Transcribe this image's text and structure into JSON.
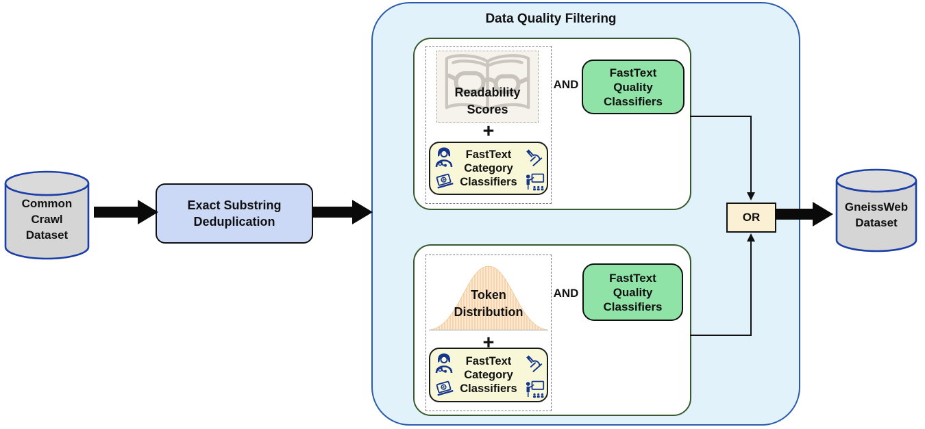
{
  "title": "Data Quality Filtering",
  "source": {
    "lines": [
      "Common",
      "Crawl",
      "Dataset"
    ]
  },
  "dedup": {
    "lines": [
      "Exact Substring",
      "Deduplication"
    ]
  },
  "branches": {
    "top": {
      "signal": {
        "lines": [
          "Readability",
          "Scores"
        ],
        "icon": "book-glasses-icon"
      },
      "plus": "+",
      "and": "AND",
      "category": {
        "lines": [
          "FastText",
          "Category",
          "Classifiers"
        ],
        "icons": [
          "doctor-icon",
          "microscope-icon",
          "laptop-money-icon",
          "teacher-presentation-icon"
        ]
      },
      "quality": {
        "lines": [
          "FastText",
          "Quality",
          "Classifiers"
        ]
      }
    },
    "bottom": {
      "signal": {
        "lines": [
          "Token",
          "Distribution"
        ],
        "icon": "token-distribution-curve-icon"
      },
      "plus": "+",
      "and": "AND",
      "category": {
        "lines": [
          "FastText",
          "Category",
          "Classifiers"
        ],
        "icons": [
          "doctor-icon",
          "microscope-icon",
          "laptop-money-icon",
          "teacher-presentation-icon"
        ]
      },
      "quality": {
        "lines": [
          "FastText",
          "Quality",
          "Classifiers"
        ]
      }
    }
  },
  "or_label": "OR",
  "sink": {
    "lines": [
      "GneissWeb",
      "Dataset"
    ]
  },
  "colors": {
    "container_fill": "#e1f2fb",
    "container_border": "#2b5cac",
    "branch_border": "#36592e",
    "quality_fill": "#8fe3a7",
    "category_fill": "#f8f8d9",
    "or_fill": "#fcf0d4",
    "dedup_fill": "#ccd9f6",
    "cylinder_fill": "#d5d5d5",
    "cylinder_border": "#1b3fa7",
    "icon_blue": "#16368c",
    "curve_orange": "#f3c795",
    "watermark_gray": "#a8a39a"
  }
}
